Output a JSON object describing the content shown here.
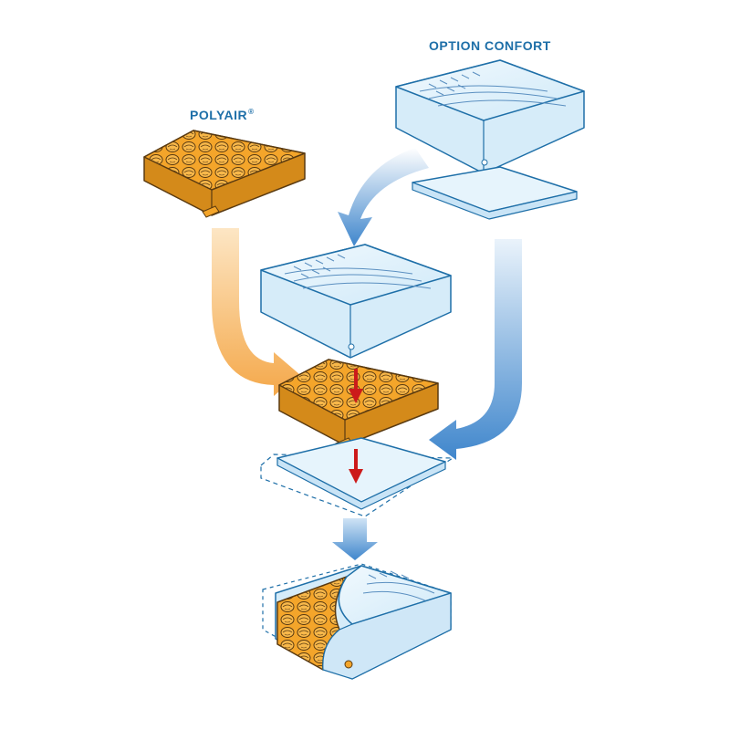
{
  "labels": {
    "polyair": "POLYAIR",
    "polyair_mark": "®",
    "option_confort": "OPTION CONFORT"
  },
  "colors": {
    "label_text": "#1e6fa8",
    "foam_fill": "#dcf0fb",
    "foam_stroke": "#1e6fa8",
    "air_cell_fill": "#f4a52a",
    "air_cell_stroke": "#5a3a10",
    "blue_arrow": "#3f86cc",
    "orange_arrow": "#f4a84a",
    "red_arrow": "#cc1a1a"
  },
  "icons": [
    "foam-cushion",
    "air-cell-cushion",
    "foam-base-plate",
    "flow-arrow",
    "assembly-arrow"
  ]
}
